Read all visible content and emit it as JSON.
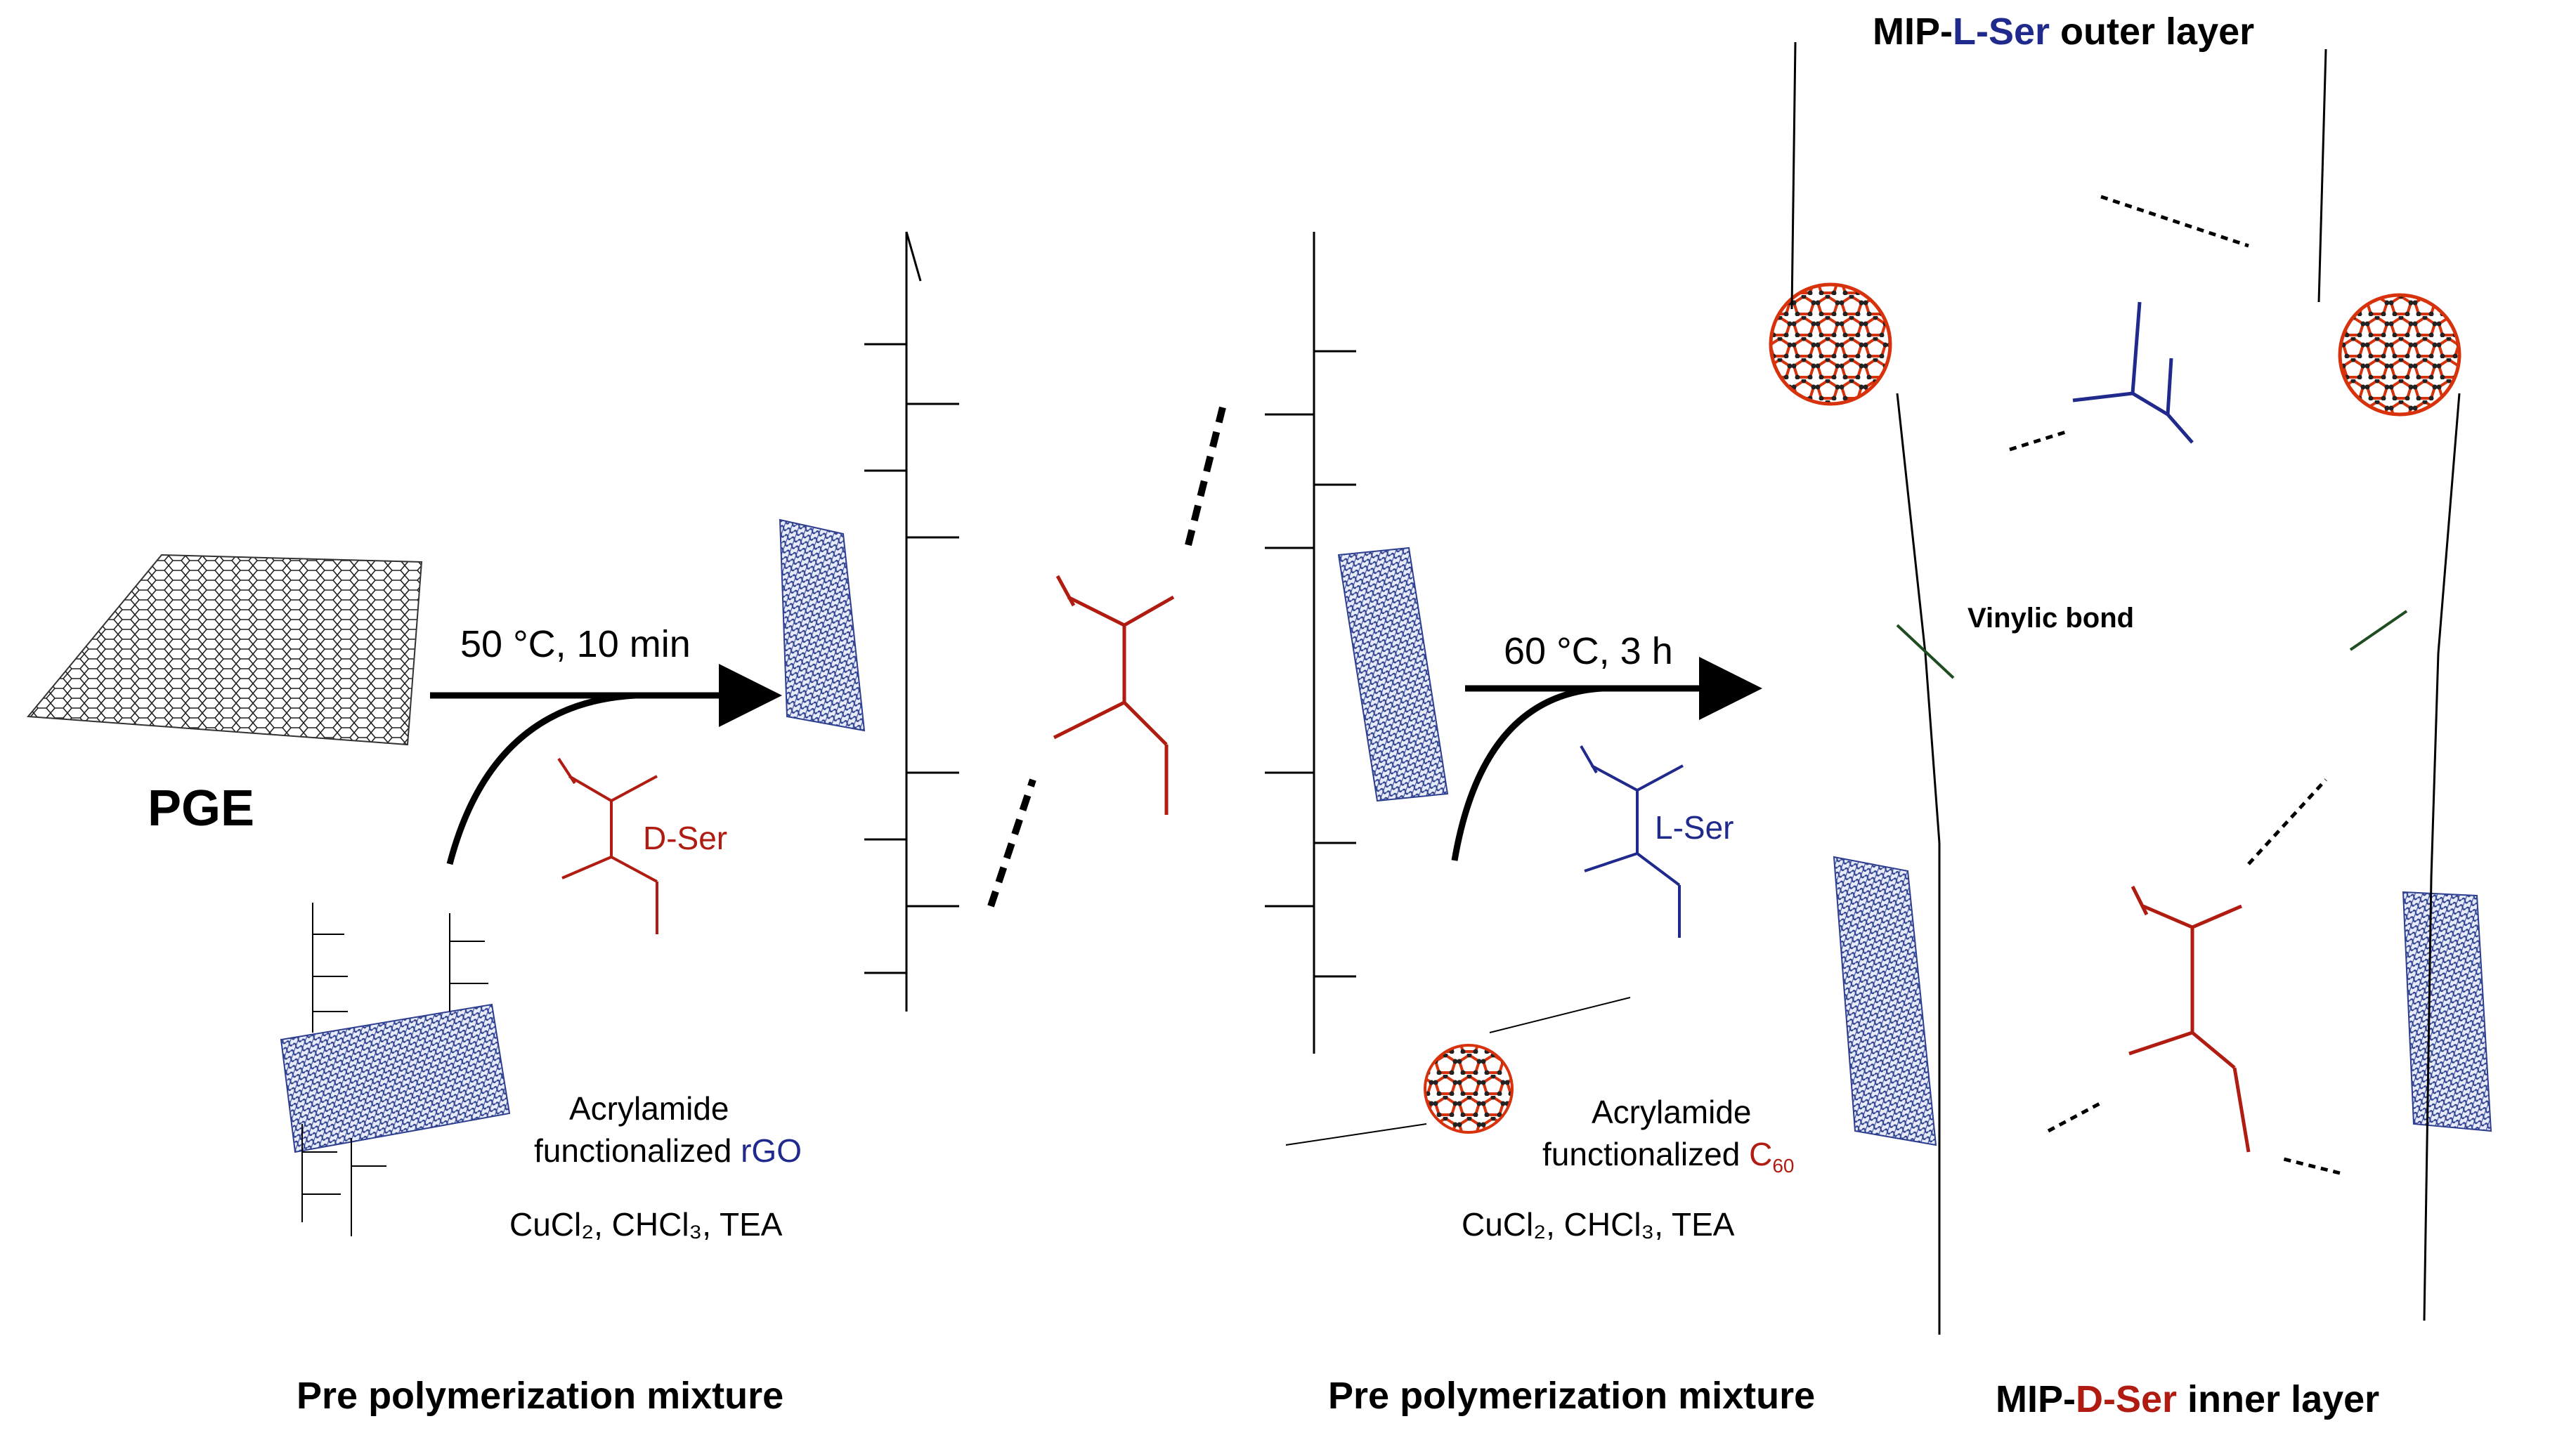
{
  "colors": {
    "red": "#b01c12",
    "blue": "#1f2a8c",
    "black": "#000000",
    "fullerene": "#d8320c",
    "sheet": "#3a4f9c"
  },
  "labels": {
    "pge": "PGE",
    "step1_condition": "50 °C, 10 min",
    "step2_condition": "60 °C, 3 h",
    "d_ser": "D-Ser",
    "l_ser": "L-Ser",
    "acryl_rgo_line1": "Acrylamide",
    "acryl_rgo_line2": "functionalized",
    "acryl_rgo_word": "rGO",
    "acryl_c60_line1": "Acrylamide",
    "acryl_c60_line2": "functionalized",
    "acryl_c60_word": "C",
    "acryl_c60_sub": "60",
    "reagents_1": "CuCl₂, CHCl₃, TEA",
    "reagents_2": "CuCl₂, CHCl₃, TEA",
    "pre_mix_1": "Pre polymerization mixture",
    "pre_mix_2": "Pre polymerization mixture",
    "vinylic_bond": "Vinylic bond",
    "outer_prefix": "MIP-",
    "outer_mid": "L-Ser",
    "outer_suffix": " outer layer",
    "inner_prefix": "MIP-",
    "inner_mid": "D-Ser",
    "inner_suffix": " inner layer"
  }
}
